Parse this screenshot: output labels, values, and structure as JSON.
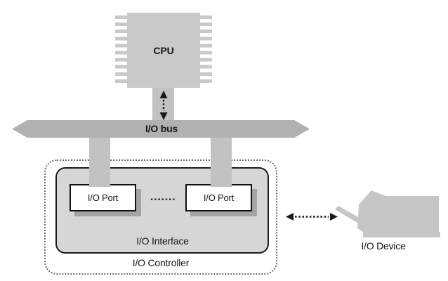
{
  "diagram": {
    "cpu": {
      "label": "CPU"
    },
    "bus": {
      "label": "I/O bus"
    },
    "cpu_bus_link": {
      "icon": "double-headed-dotted-arrow-vertical"
    },
    "controller": {
      "label": "I/O Controller"
    },
    "interface": {
      "label": "I/O Interface"
    },
    "ports": [
      {
        "label": "I/O Port"
      },
      {
        "label": "I/O Port"
      }
    ],
    "ports_separator": ".......",
    "device_link": {
      "icon": "double-headed-dotted-arrow-horizontal"
    },
    "device": {
      "label": "I/O Device"
    },
    "colors": {
      "bus_gray": "#b1b1b1",
      "cpu_gray": "#c9c9c9",
      "connector_gray": "#c2c2c2",
      "interface_fill": "#d6d6d6",
      "device_gray": "#c6c6c6",
      "port_shadow": "#a4a4a4",
      "border_dark": "#1b1b1b",
      "dotted_border": "#6f6f6f",
      "arrow_black": "#1a1a1a",
      "text": "#161616"
    }
  }
}
